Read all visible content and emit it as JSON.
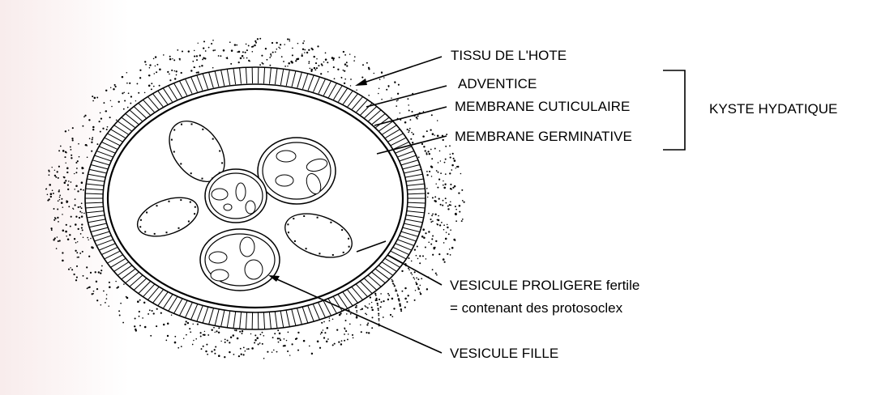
{
  "labels": {
    "tissu_hote": "TISSU DE L'HOTE",
    "adventice": "ADVENTICE",
    "membrane_cuticulaire": "MEMBRANE CUTICULAIRE",
    "membrane_germinative": "MEMBRANE GERMINATIVE",
    "kyste_hydatique": "KYSTE HYDATIQUE",
    "vesicule_proligere_line1": "VESICULE PROLIGERE fertile",
    "vesicule_proligere_line2": "= contenant des protosoclex",
    "vesicule_fille": "VESICULE FILLE"
  },
  "colors": {
    "ink": "#000000",
    "background": "#ffffff",
    "paper_tint": "#ebc8c8"
  }
}
